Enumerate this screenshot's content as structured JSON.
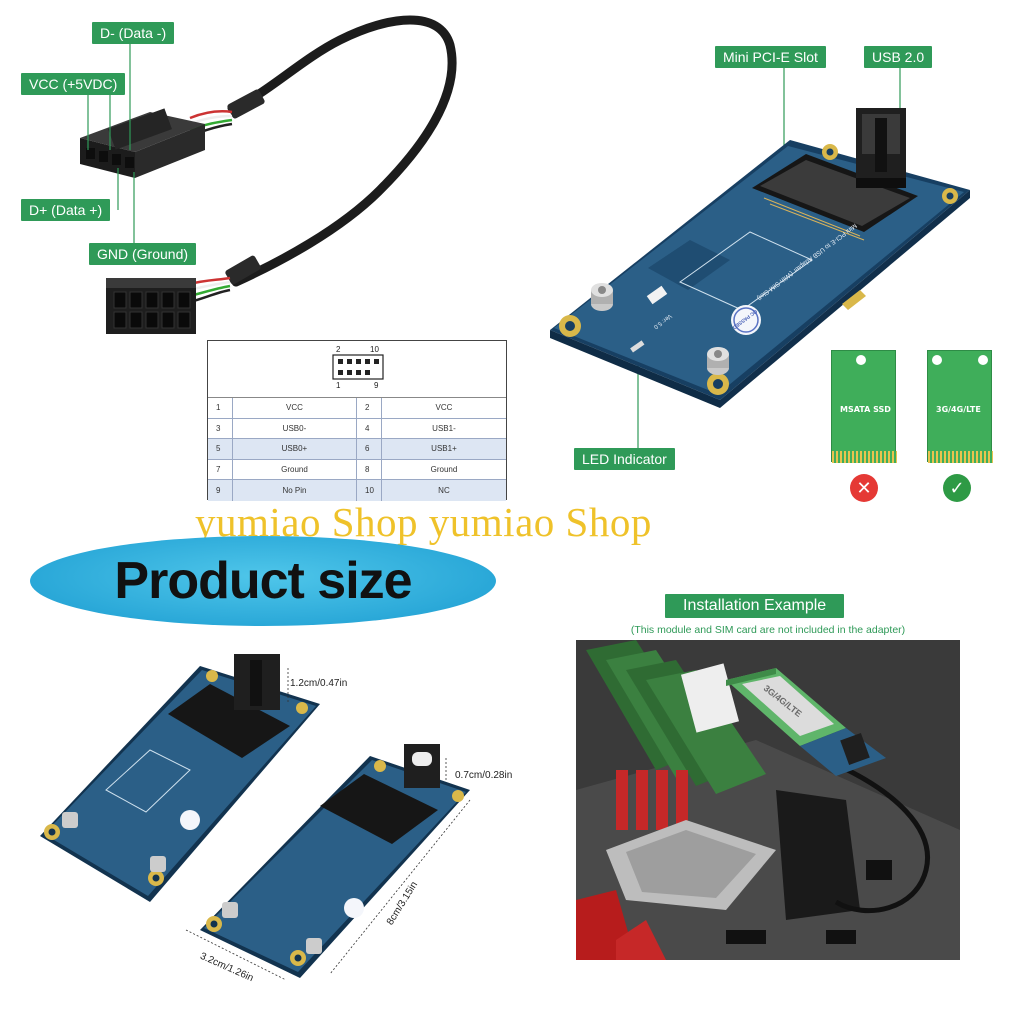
{
  "cable": {
    "label_data_minus": "D-  (Data -)",
    "label_vcc": "VCC  (+5VDC)",
    "label_data_plus": "D+  (Data +)",
    "label_gnd": "GND  (Ground)"
  },
  "pin_table": {
    "header_top_left": "2",
    "header_top_right": "10",
    "header_bottom_left": "1",
    "header_bottom_right": "9",
    "rows": [
      {
        "a": "1",
        "a_sig": "VCC",
        "b": "2",
        "b_sig": "VCC"
      },
      {
        "a": "3",
        "a_sig": "USB0-",
        "b": "4",
        "b_sig": "USB1-"
      },
      {
        "a": "5",
        "a_sig": "USB0+",
        "b": "6",
        "b_sig": "USB1+"
      },
      {
        "a": "7",
        "a_sig": "Ground",
        "b": "8",
        "b_sig": "Ground"
      },
      {
        "a": "9",
        "a_sig": "No Pin",
        "b": "10",
        "b_sig": "NC"
      }
    ]
  },
  "board": {
    "label_slot": "Mini PCI-E Slot",
    "label_usb": "USB  2.0",
    "label_led": "LED Indicator",
    "silk_main": "Mini PCI-E to USB Adapter (With SIM Slot)",
    "silk_ver": "Ver: 5.0",
    "qc_text": "QC PASSED"
  },
  "cards": {
    "msata_label": "MSATA  SSD",
    "lte_label": "3G/4G/LTE",
    "msata_status": "not-supported",
    "lte_status": "supported",
    "cross_icon_color": "#e53935",
    "check_icon_color": "#2e9a45"
  },
  "watermark": "yumiao Shop yumiao Shop",
  "banner": {
    "text": "Product size"
  },
  "dimensions": {
    "usb_height": "1.2cm/0.47in",
    "usb_thickness": "0.7cm/0.28in",
    "length": "8cm/3.15in",
    "width": "3.2cm/1.26in"
  },
  "installation": {
    "title": "Installation Example",
    "note": "(This module and SIM card are not included in the adapter)",
    "module_label": "3G/4G/LTE"
  },
  "colors": {
    "label_green": "#2f9a58",
    "pcb_blue": "#2b5f87",
    "banner_blue": "#2aa8d8",
    "watermark_yellow": "#efc22a",
    "card_green": "#3fae5a"
  }
}
